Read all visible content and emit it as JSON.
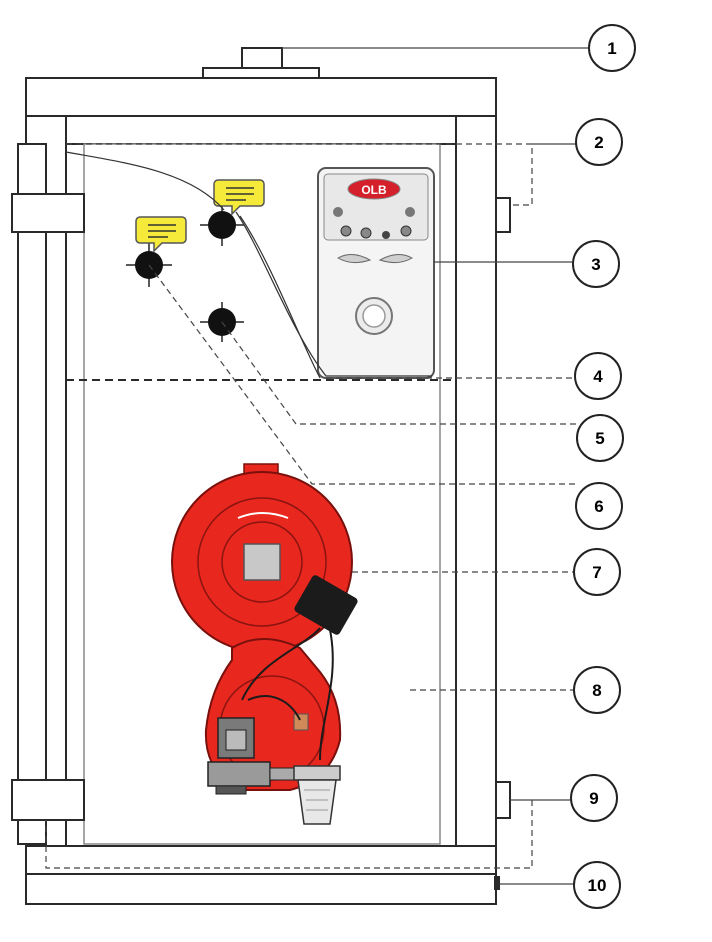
{
  "logo_text": "OLB",
  "callouts": [
    {
      "id": "1",
      "label": "1"
    },
    {
      "id": "2",
      "label": "2"
    },
    {
      "id": "3",
      "label": "3"
    },
    {
      "id": "4",
      "label": "4"
    },
    {
      "id": "5",
      "label": "5"
    },
    {
      "id": "6",
      "label": "6"
    },
    {
      "id": "7",
      "label": "7"
    },
    {
      "id": "8",
      "label": "8"
    },
    {
      "id": "9",
      "label": "9"
    },
    {
      "id": "10",
      "label": "10"
    }
  ],
  "colors": {
    "burner_red": "#e8271f",
    "sensor_tag_yellow": "#f5ea3a",
    "line": "#444444",
    "logo_red": "#d4202a",
    "frame": "#2a2a2a"
  },
  "icons": {
    "sensor": "sensor-probe-icon",
    "tag": "sensor-tag-icon",
    "controller": "control-panel-icon",
    "valve": "gas-valve-icon",
    "filter": "gas-filter-icon"
  }
}
